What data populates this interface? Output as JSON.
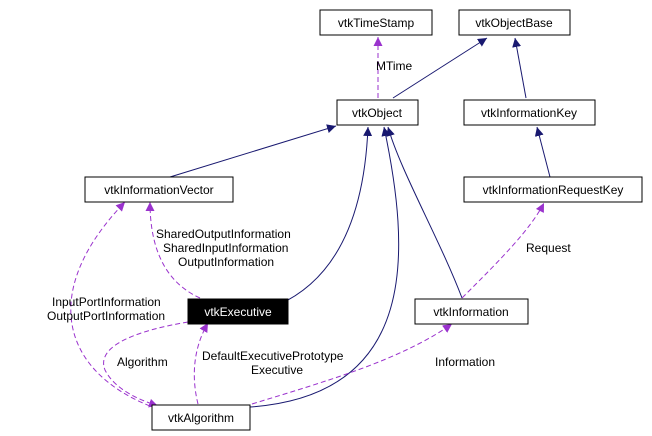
{
  "nodes": {
    "vtkTimeStamp": "vtkTimeStamp",
    "vtkObjectBase": "vtkObjectBase",
    "vtkObject": "vtkObject",
    "vtkInformationKey": "vtkInformationKey",
    "vtkInformationVector": "vtkInformationVector",
    "vtkInformationRequestKey": "vtkInformationRequestKey",
    "vtkExecutive": "vtkExecutive",
    "vtkInformation": "vtkInformation",
    "vtkAlgorithm": "vtkAlgorithm"
  },
  "edge_labels": {
    "mtime": "MTime",
    "shared_output": "SharedOutputInformation",
    "shared_input": "SharedInputInformation",
    "output_info": "OutputInformation",
    "request": "Request",
    "input_port": "InputPortInformation",
    "output_port": "OutputPortInformation",
    "algorithm": "Algorithm",
    "default_exec": "DefaultExecutivePrototype",
    "executive": "Executive",
    "information": "Information"
  },
  "colors": {
    "inheritance_edge": "#191970",
    "usage_edge": "#9a32cd",
    "highlight_fill": "#000000"
  }
}
